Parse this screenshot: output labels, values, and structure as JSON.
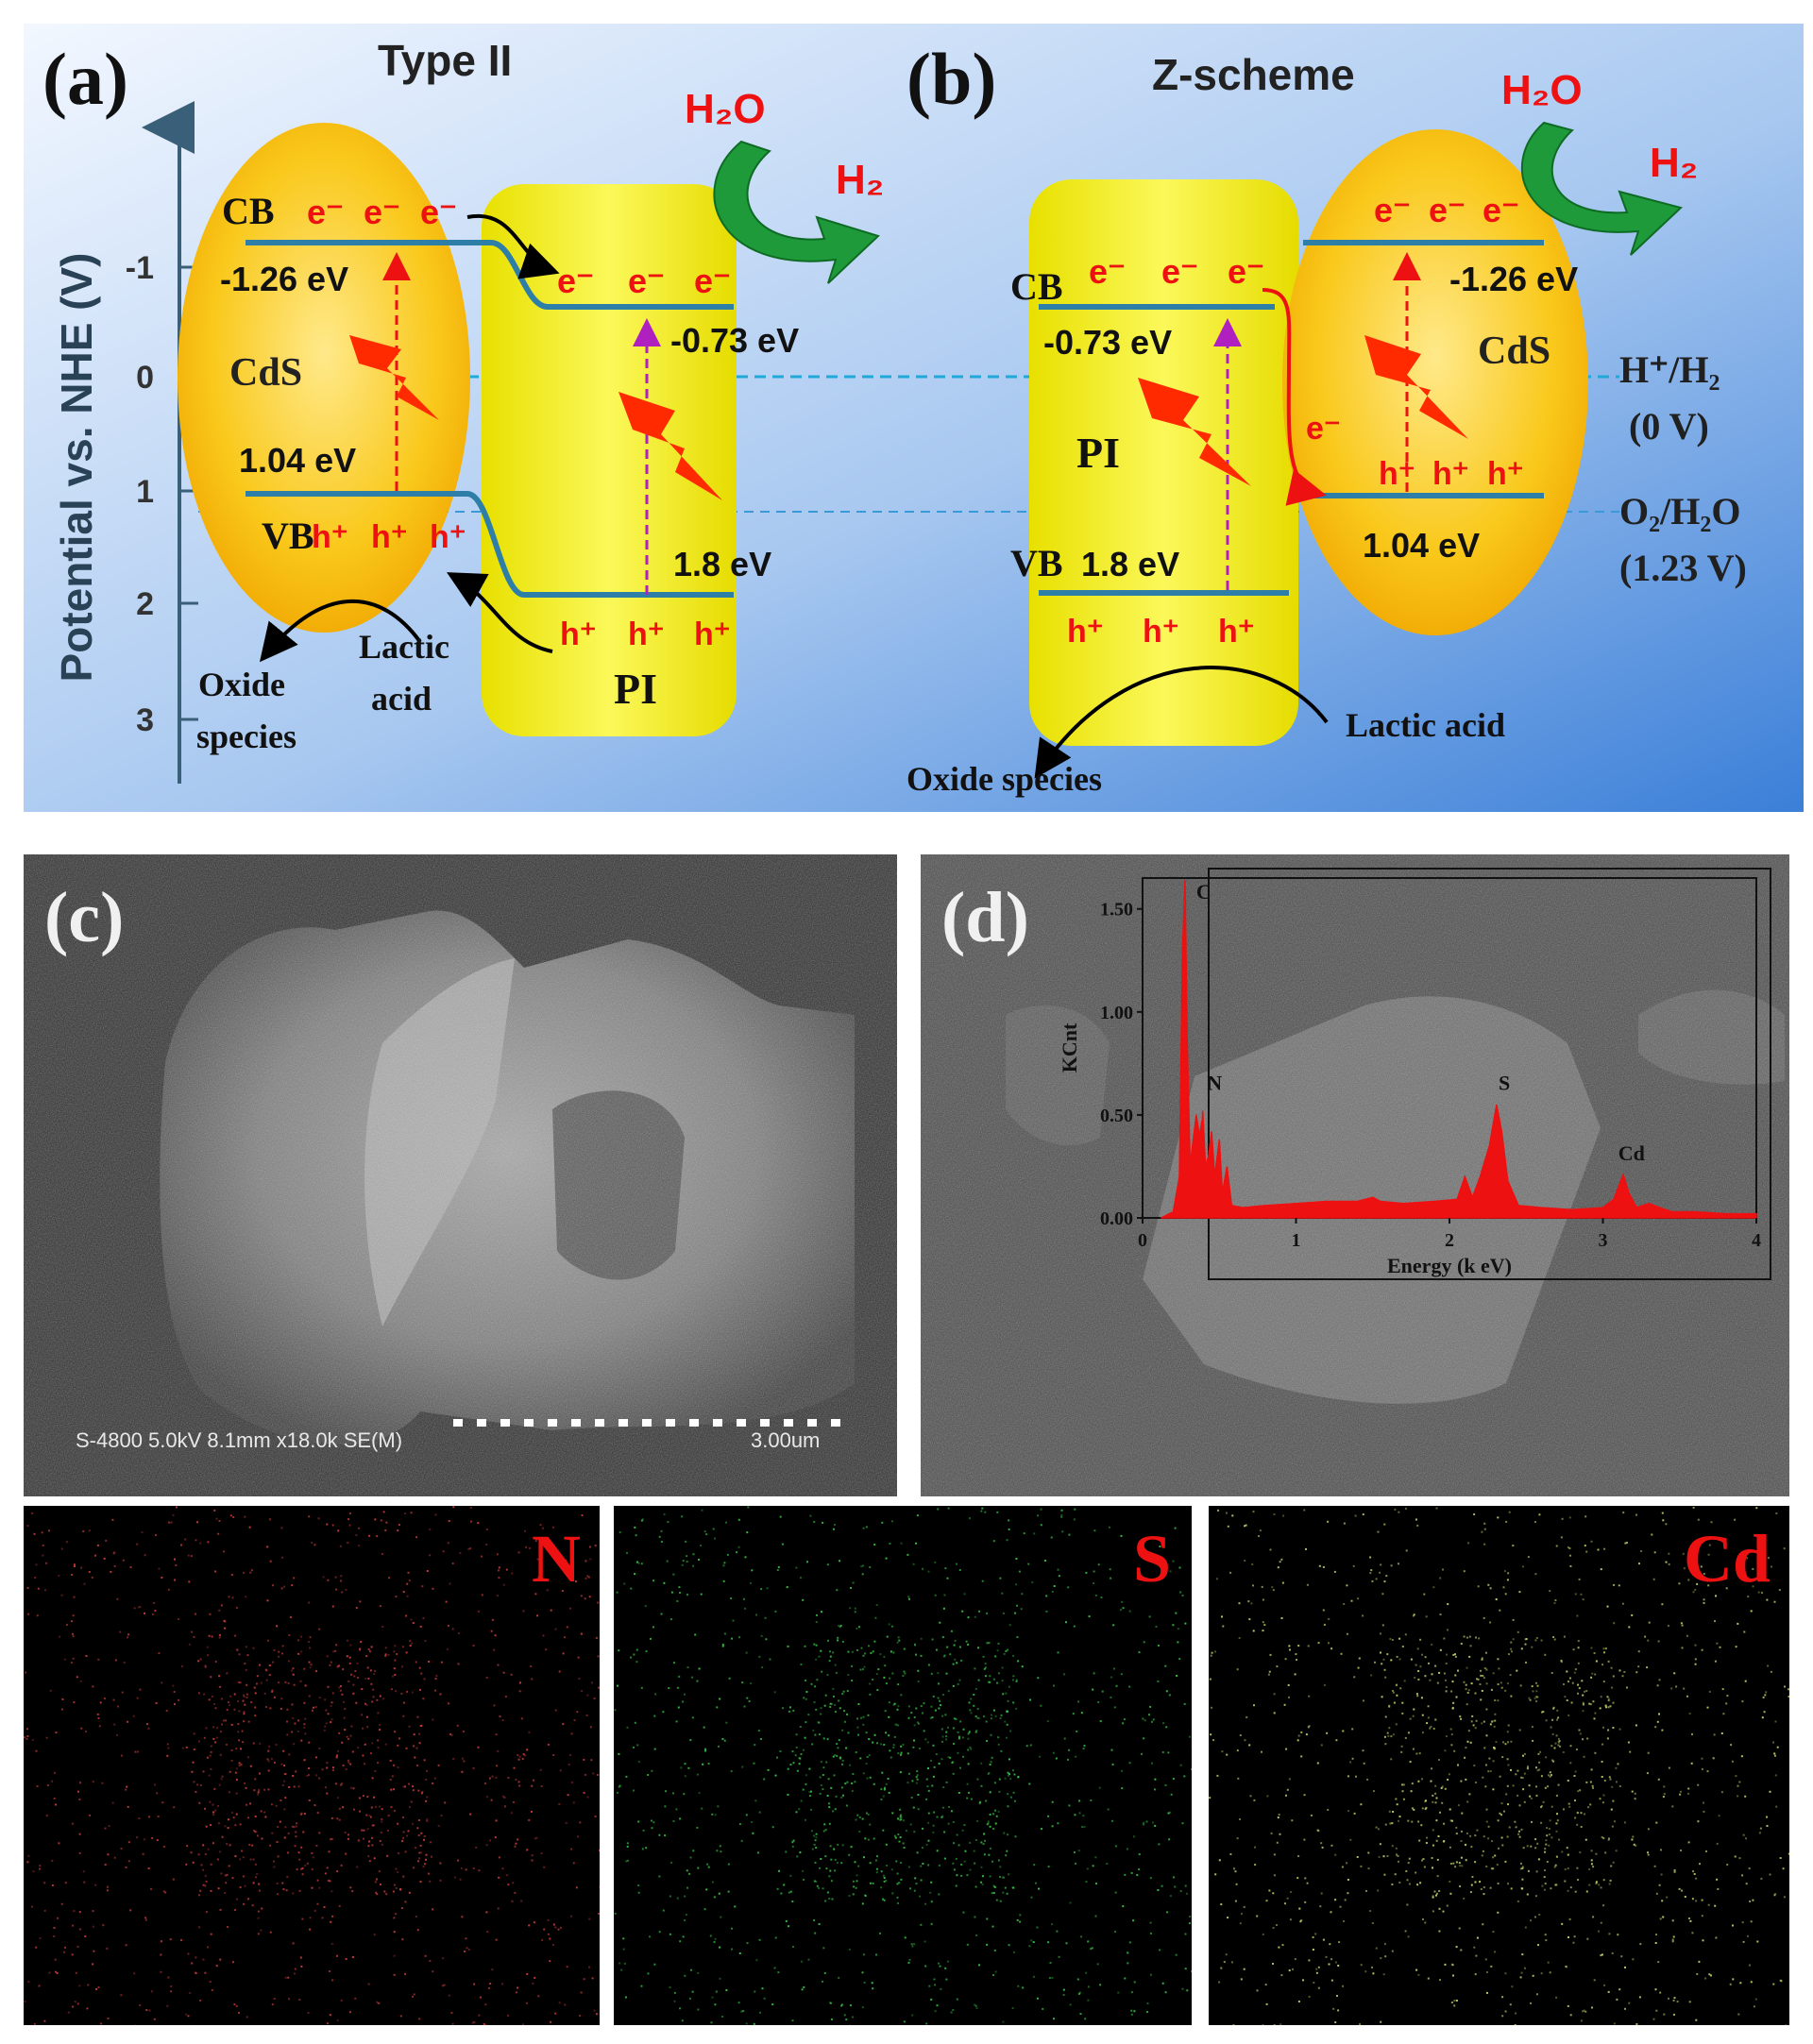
{
  "scheme": {
    "axis_label": "Potential vs. NHE (V)",
    "ticks": [
      "-1",
      "0",
      "1",
      "2",
      "3"
    ],
    "ref_h": "H⁺/H₂",
    "ref_h_v": "(0 V)",
    "ref_o": "O₂/H₂O",
    "ref_o_v": "(1.23 V)",
    "a": {
      "label": "(a)",
      "title": "Type II",
      "cb": "CB",
      "vb": "VB",
      "cds": "CdS",
      "pi": "PI",
      "cds_cb": "-1.26 eV",
      "cds_vb": "1.04 eV",
      "pi_cb": "-0.73 eV",
      "pi_vb": "1.8 eV",
      "electron": "e⁻",
      "hole": "h⁺",
      "water": "H₂O",
      "hydrogen": "H₂",
      "oxide_1": "Oxide",
      "oxide_2": "species",
      "lactic_1": "Lactic",
      "lactic_2": "acid"
    },
    "b": {
      "label": "(b)",
      "title": "Z-scheme",
      "cb": "CB",
      "vb": "VB",
      "cds": "CdS",
      "pi": "PI",
      "cds_cb": "-1.26 eV",
      "cds_vb": "1.04 eV",
      "pi_cb": "-0.73 eV",
      "pi_vb": "1.8 eV",
      "electron": "e⁻",
      "hole": "h⁺",
      "water": "H₂O",
      "hydrogen": "H₂",
      "oxide": "Oxide species",
      "lactic": "Lactic acid"
    },
    "colors": {
      "cds": "#f5b800",
      "pi": "#f2ee10",
      "band": "#2e7fa8",
      "red": "#ee1111",
      "bg_top": "#ffffff",
      "bg_bottom": "#3b7fd8"
    }
  },
  "sem": {
    "label": "(c)",
    "info": "S-4800 5.0kV 8.1mm x18.0k SE(M)",
    "scale": "3.00um"
  },
  "eds": {
    "label": "(d)"
  },
  "chart_data": {
    "type": "line",
    "title": "",
    "xlabel": "Energy (k eV)",
    "ylabel": "KCnt",
    "xlim": [
      0,
      4
    ],
    "ylim": [
      0,
      1.65
    ],
    "x_ticks": [
      "0",
      "1",
      "2",
      "3",
      "4"
    ],
    "y_ticks": [
      "0.00",
      "0.50",
      "1.00",
      "1.50"
    ],
    "color": "#ee1111",
    "series": [
      {
        "x": [
          0.12,
          0.2,
          0.24,
          0.26,
          0.277,
          0.29,
          0.31,
          0.33,
          0.35,
          0.37,
          0.39,
          0.392,
          0.41,
          0.43,
          0.45,
          0.47,
          0.5,
          0.52,
          0.55,
          0.58,
          0.65,
          0.8,
          1.0,
          1.2,
          1.4,
          1.5,
          1.55,
          1.7,
          1.9,
          2.05,
          2.1,
          2.15,
          2.2,
          2.26,
          2.307,
          2.34,
          2.38,
          2.45,
          2.6,
          2.8,
          3.0,
          3.07,
          3.133,
          3.17,
          3.22,
          3.3,
          3.37,
          3.45,
          3.6,
          3.8,
          4.0
        ],
        "y": [
          0.0,
          0.03,
          0.2,
          1.3,
          1.64,
          0.9,
          0.25,
          0.38,
          0.5,
          0.4,
          0.48,
          0.52,
          0.25,
          0.3,
          0.42,
          0.2,
          0.38,
          0.12,
          0.25,
          0.06,
          0.05,
          0.06,
          0.07,
          0.08,
          0.08,
          0.1,
          0.08,
          0.07,
          0.08,
          0.09,
          0.2,
          0.1,
          0.2,
          0.35,
          0.55,
          0.42,
          0.18,
          0.06,
          0.05,
          0.04,
          0.05,
          0.09,
          0.21,
          0.12,
          0.05,
          0.07,
          0.05,
          0.03,
          0.03,
          0.02,
          0.02
        ]
      }
    ],
    "annotations": [
      {
        "text": "C",
        "x": 0.35,
        "y": 1.55
      },
      {
        "text": "N",
        "x": 0.42,
        "y": 0.62
      },
      {
        "text": "S",
        "x": 2.32,
        "y": 0.62
      },
      {
        "text": "Cd",
        "x": 3.1,
        "y": 0.28
      }
    ]
  },
  "maps": [
    {
      "label": "N",
      "dot_color": "#d84040"
    },
    {
      "label": "S",
      "dot_color": "#3bd24a"
    },
    {
      "label": "Cd",
      "dot_color": "#c8e070"
    }
  ],
  "map_label_color": "#ee1111"
}
